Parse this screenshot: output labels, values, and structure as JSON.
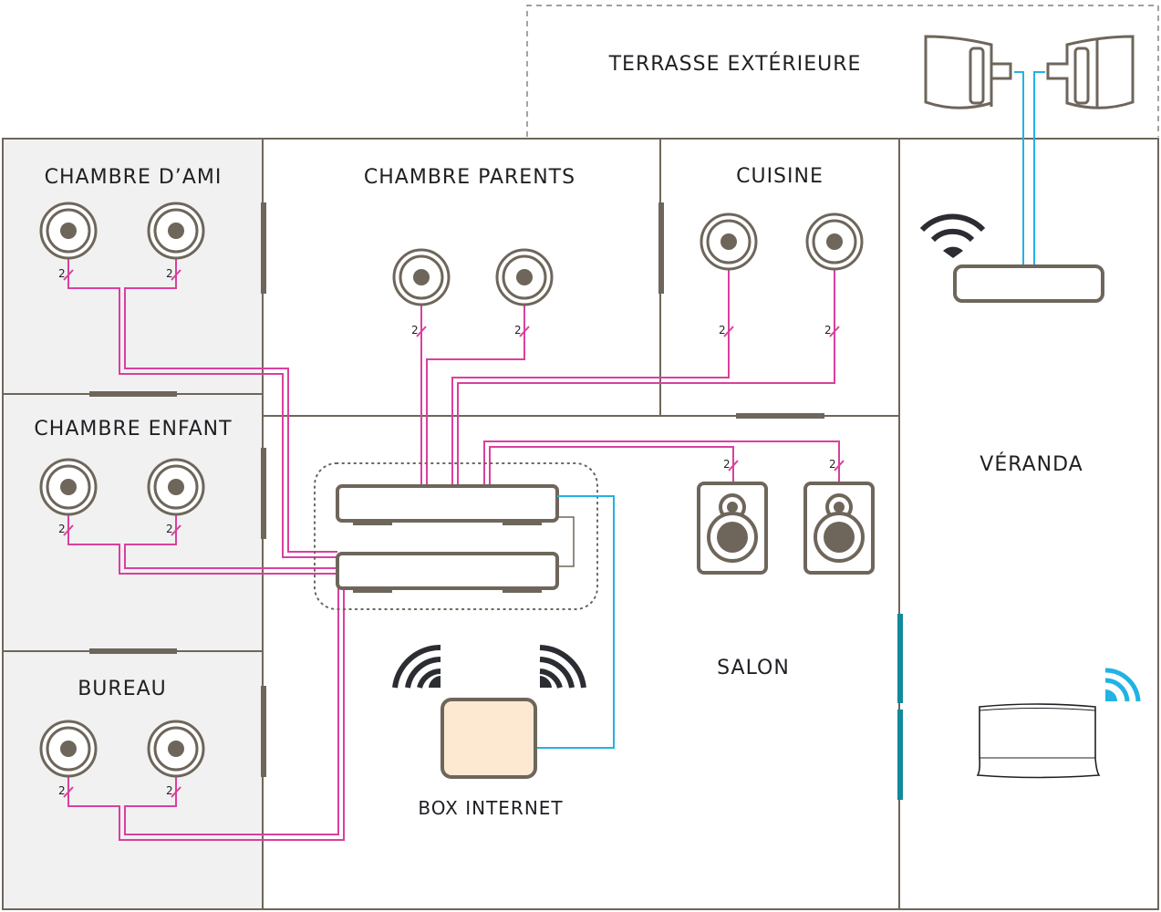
{
  "diagram": {
    "title": "Plan multiroom audio",
    "colors": {
      "wall": "#6e665b",
      "grey_room_fill": "#f1f1f1",
      "speaker_cable": "#d9409e",
      "network_cable": "#22b2e4",
      "glass_door": "#13899c",
      "text": "#1f2024",
      "box_internet_fill": "#fde9d1",
      "wifi_dark": "#2b2d33",
      "wifi_blue": "#22b2e4"
    },
    "rooms": {
      "terrasse": "TERRASSE EXTÉRIEURE",
      "chambre_ami": "CHAMBRE D’AMI",
      "chambre_parents": "CHAMBRE PARENTS",
      "cuisine": "CUISINE",
      "chambre_enfant": "CHAMBRE ENFANT",
      "veranda": "VÉRANDA",
      "salon": "SALON",
      "bureau": "BUREAU"
    },
    "devices": {
      "box_internet_label": "BOX INTERNET",
      "ceiling_speaker_icon": "ceiling-speaker-icon",
      "bookshelf_speaker_icon": "bookshelf-speaker-icon",
      "outdoor_speaker_icon": "outdoor-speaker-icon",
      "amplifier_icon": "amplifier-icon",
      "wireless_speaker_icon": "wireless-speaker-icon",
      "wifi_icon": "wifi-icon"
    },
    "cable_pairs": "2"
  }
}
